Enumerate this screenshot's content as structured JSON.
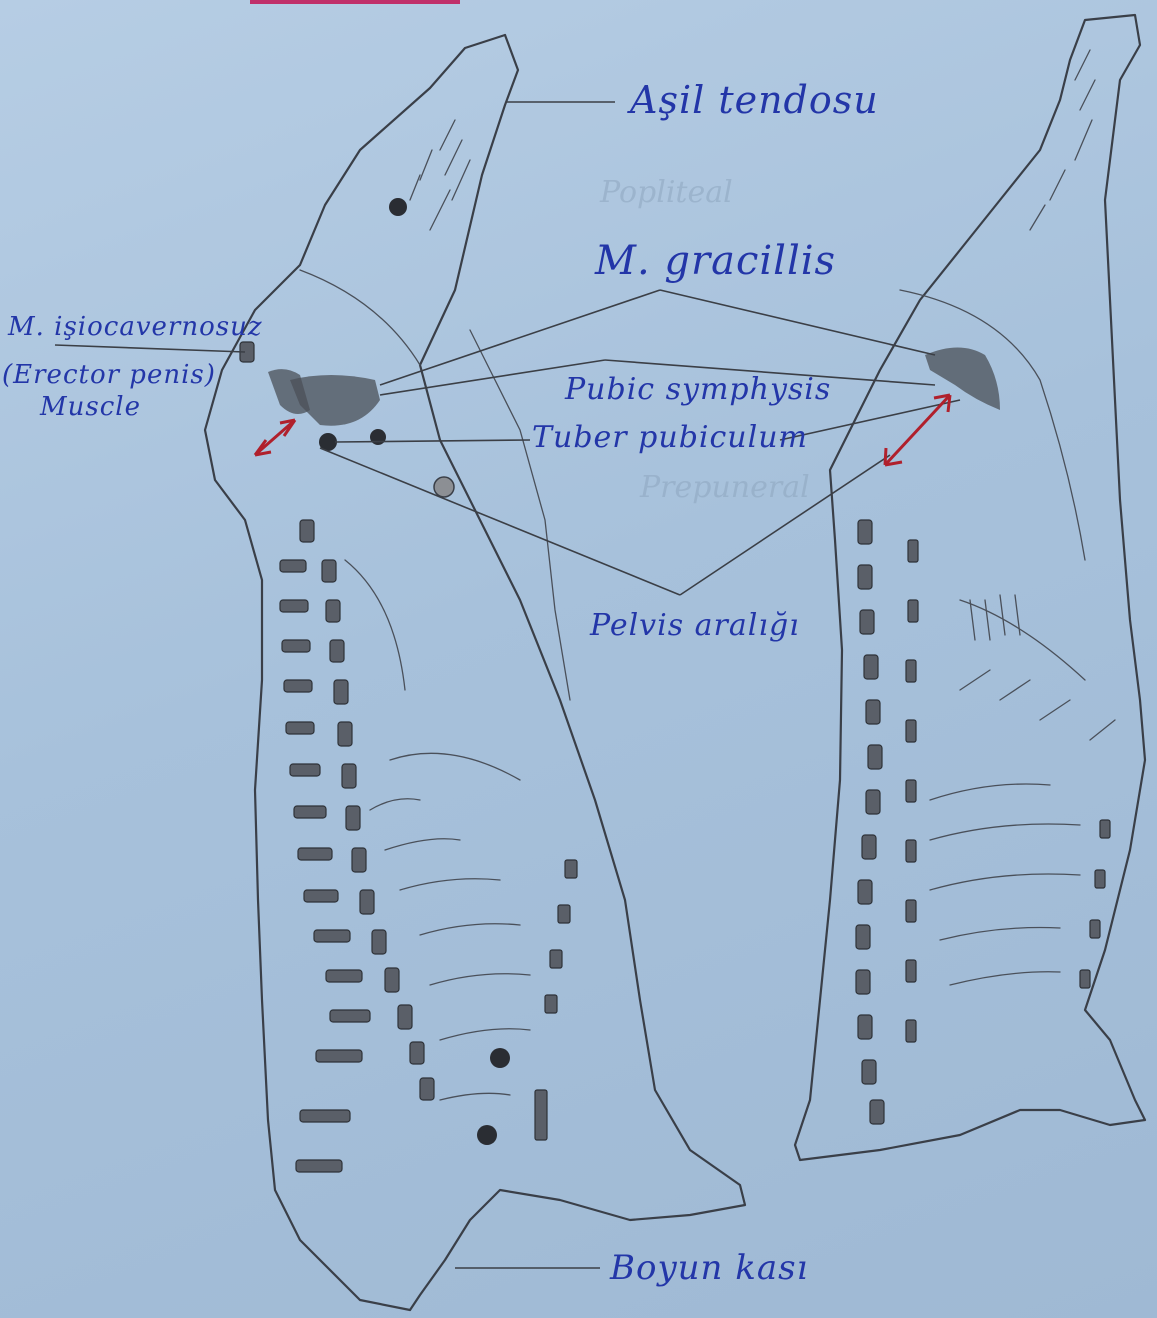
{
  "labels": {
    "achilles": "Aşil tendosu",
    "gracilis": "M. gracillis",
    "ischio_line1": "M. işiocavernosuz",
    "ischio_line2": "(Erector penis)",
    "ischio_line3": "Muscle",
    "pubic": "Pubic symphysis",
    "tuber": "Tuber pubiculum",
    "pelvis": "Pelvis aralığı",
    "neck": "Boyun kası"
  },
  "ghost_text": {
    "upper": "Popliteal",
    "lower": "Prepuneral"
  },
  "colors": {
    "ink": "#2336a8",
    "pencil": "#3a3f48",
    "arrow": "#b0202c",
    "paper": "#a9c3dc"
  }
}
